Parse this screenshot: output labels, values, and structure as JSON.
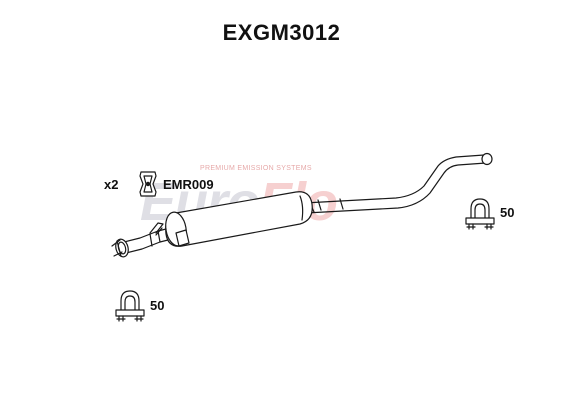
{
  "diagram": {
    "part_number": "EXGM3012",
    "watermark": {
      "brand_first": "Euro",
      "brand_second": "Flo",
      "tagline": "PREMIUM EMISSION SYSTEMS"
    },
    "parts": {
      "mounting_rubber": {
        "quantity": "x2",
        "code": "EMR009"
      },
      "clamp_right": {
        "size": "50"
      },
      "clamp_left": {
        "size": "50"
      }
    }
  }
}
